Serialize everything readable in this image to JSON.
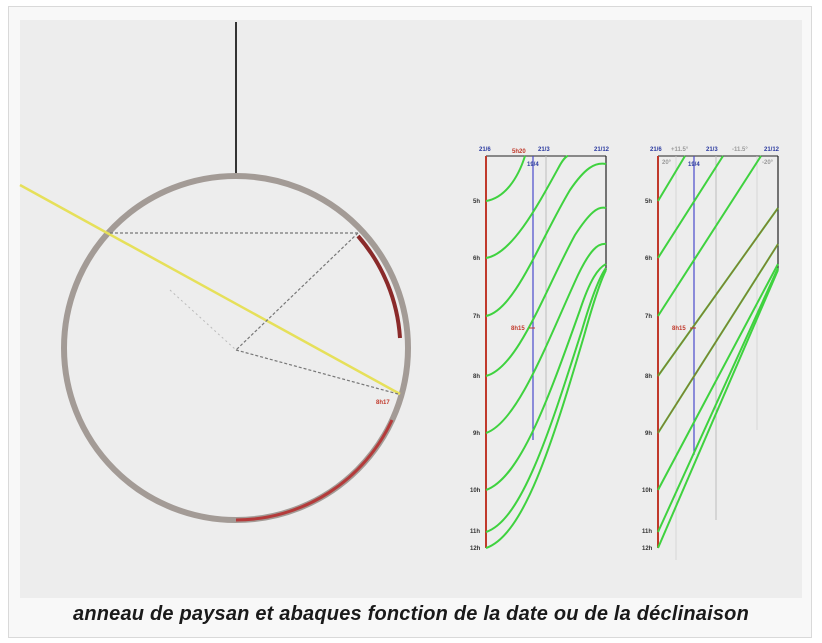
{
  "caption": "anneau de paysan et abaques fonction de la date ou de la déclinaison",
  "ring": {
    "pointer_label": "8h17",
    "colors": {
      "ring": "#a39b96",
      "arc": "#b43a3a",
      "sun_ray": "#e6e05a",
      "guide": "#777777"
    }
  },
  "chart_date": {
    "top_labels": [
      "21/6",
      "5h20",
      "21/3",
      "21/12"
    ],
    "top_label_colors": [
      "#2b3aa0",
      "#c0392b",
      "#2b3aa0",
      "#2b3aa0"
    ],
    "secondary_label": "19/4",
    "marker_label": "8h15",
    "hour_labels": [
      "5h",
      "6h",
      "7h",
      "8h",
      "9h",
      "10h",
      "11h",
      "12h"
    ]
  },
  "chart_decl": {
    "top_labels": [
      "21/6",
      "+11.5°",
      "21/3",
      "-11.5°",
      "21/12"
    ],
    "top_label_colors": [
      "#2b3aa0",
      "#9a9a9a",
      "#2b3aa0",
      "#9a9a9a",
      "#2b3aa0"
    ],
    "edge_labels": [
      "20°",
      "-20°"
    ],
    "secondary_label": "19/4",
    "marker_label": "8h15",
    "hour_labels": [
      "5h",
      "6h",
      "7h",
      "8h",
      "9h",
      "10h",
      "11h",
      "12h"
    ]
  },
  "colors": {
    "curve": "#3fd23f",
    "axis_red": "#c0392b",
    "axis_blue": "#4a4acc",
    "axis_grey": "#bdbdbd",
    "frame": "#222222"
  }
}
